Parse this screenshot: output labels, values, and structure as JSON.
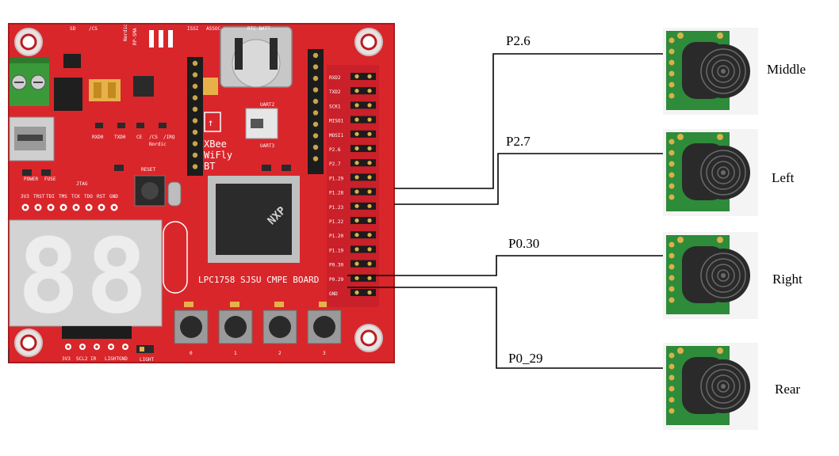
{
  "board": {
    "title": "LPC1758 SJSU CMPE BOARD",
    "colors": {
      "pcb": "#d9262b",
      "pcb_dark": "#b81d22",
      "silk": "#ffffff",
      "chip": "#2b2b2b"
    },
    "module_text": [
      "XBee",
      "WiFly",
      "BT"
    ],
    "chip_brand": "NXP",
    "header_labels": [
      "RXD2",
      "TXD2",
      "SCK1",
      "MISO1",
      "MOSI1",
      "P2.6",
      "P2.7",
      "P1.29",
      "P1.28",
      "P1.23",
      "P1.22",
      "P1.20",
      "P1.19",
      "P0.30",
      "P0.29",
      "GND"
    ],
    "jtag_label": "JTAG",
    "jtag_pins": [
      "3V3",
      "TRST",
      "TDI",
      "TMS",
      "TCK",
      "TDO",
      "RST",
      "GND"
    ],
    "bottom_pins": [
      "3V3",
      "SCL2",
      "IR",
      "LIGHT",
      "GND"
    ],
    "light_label": "LIGHT",
    "power_labels": [
      "POWER",
      "FUSE"
    ],
    "rtc_label": "RTC BATT",
    "uart_labels": [
      "UART2",
      "UART3"
    ],
    "reset_label": "RESET",
    "top_labels": [
      "SD",
      "/CS",
      "Nordic",
      "RP-SMA",
      "ISSI",
      "ASSOC"
    ],
    "nordic_pins": [
      "RXD0",
      "TXD0",
      "CE",
      "/CS",
      "/IRQ",
      "Nordic"
    ],
    "button_labels": [
      "0",
      "1",
      "2",
      "3"
    ],
    "seven_seg": [
      "8",
      "8"
    ]
  },
  "connections": [
    {
      "pin": "P2.6",
      "sensor": "Middle"
    },
    {
      "pin": "P2.7",
      "sensor": "Left"
    },
    {
      "pin": "P0.30",
      "sensor": "Right"
    },
    {
      "pin": "P0_29",
      "sensor": "Rear"
    }
  ],
  "sensor_colors": {
    "pcb": "#2e8b3a",
    "body": "#2a2a2a",
    "ring": "#6a6a6a",
    "pad": "#d7b24a"
  }
}
